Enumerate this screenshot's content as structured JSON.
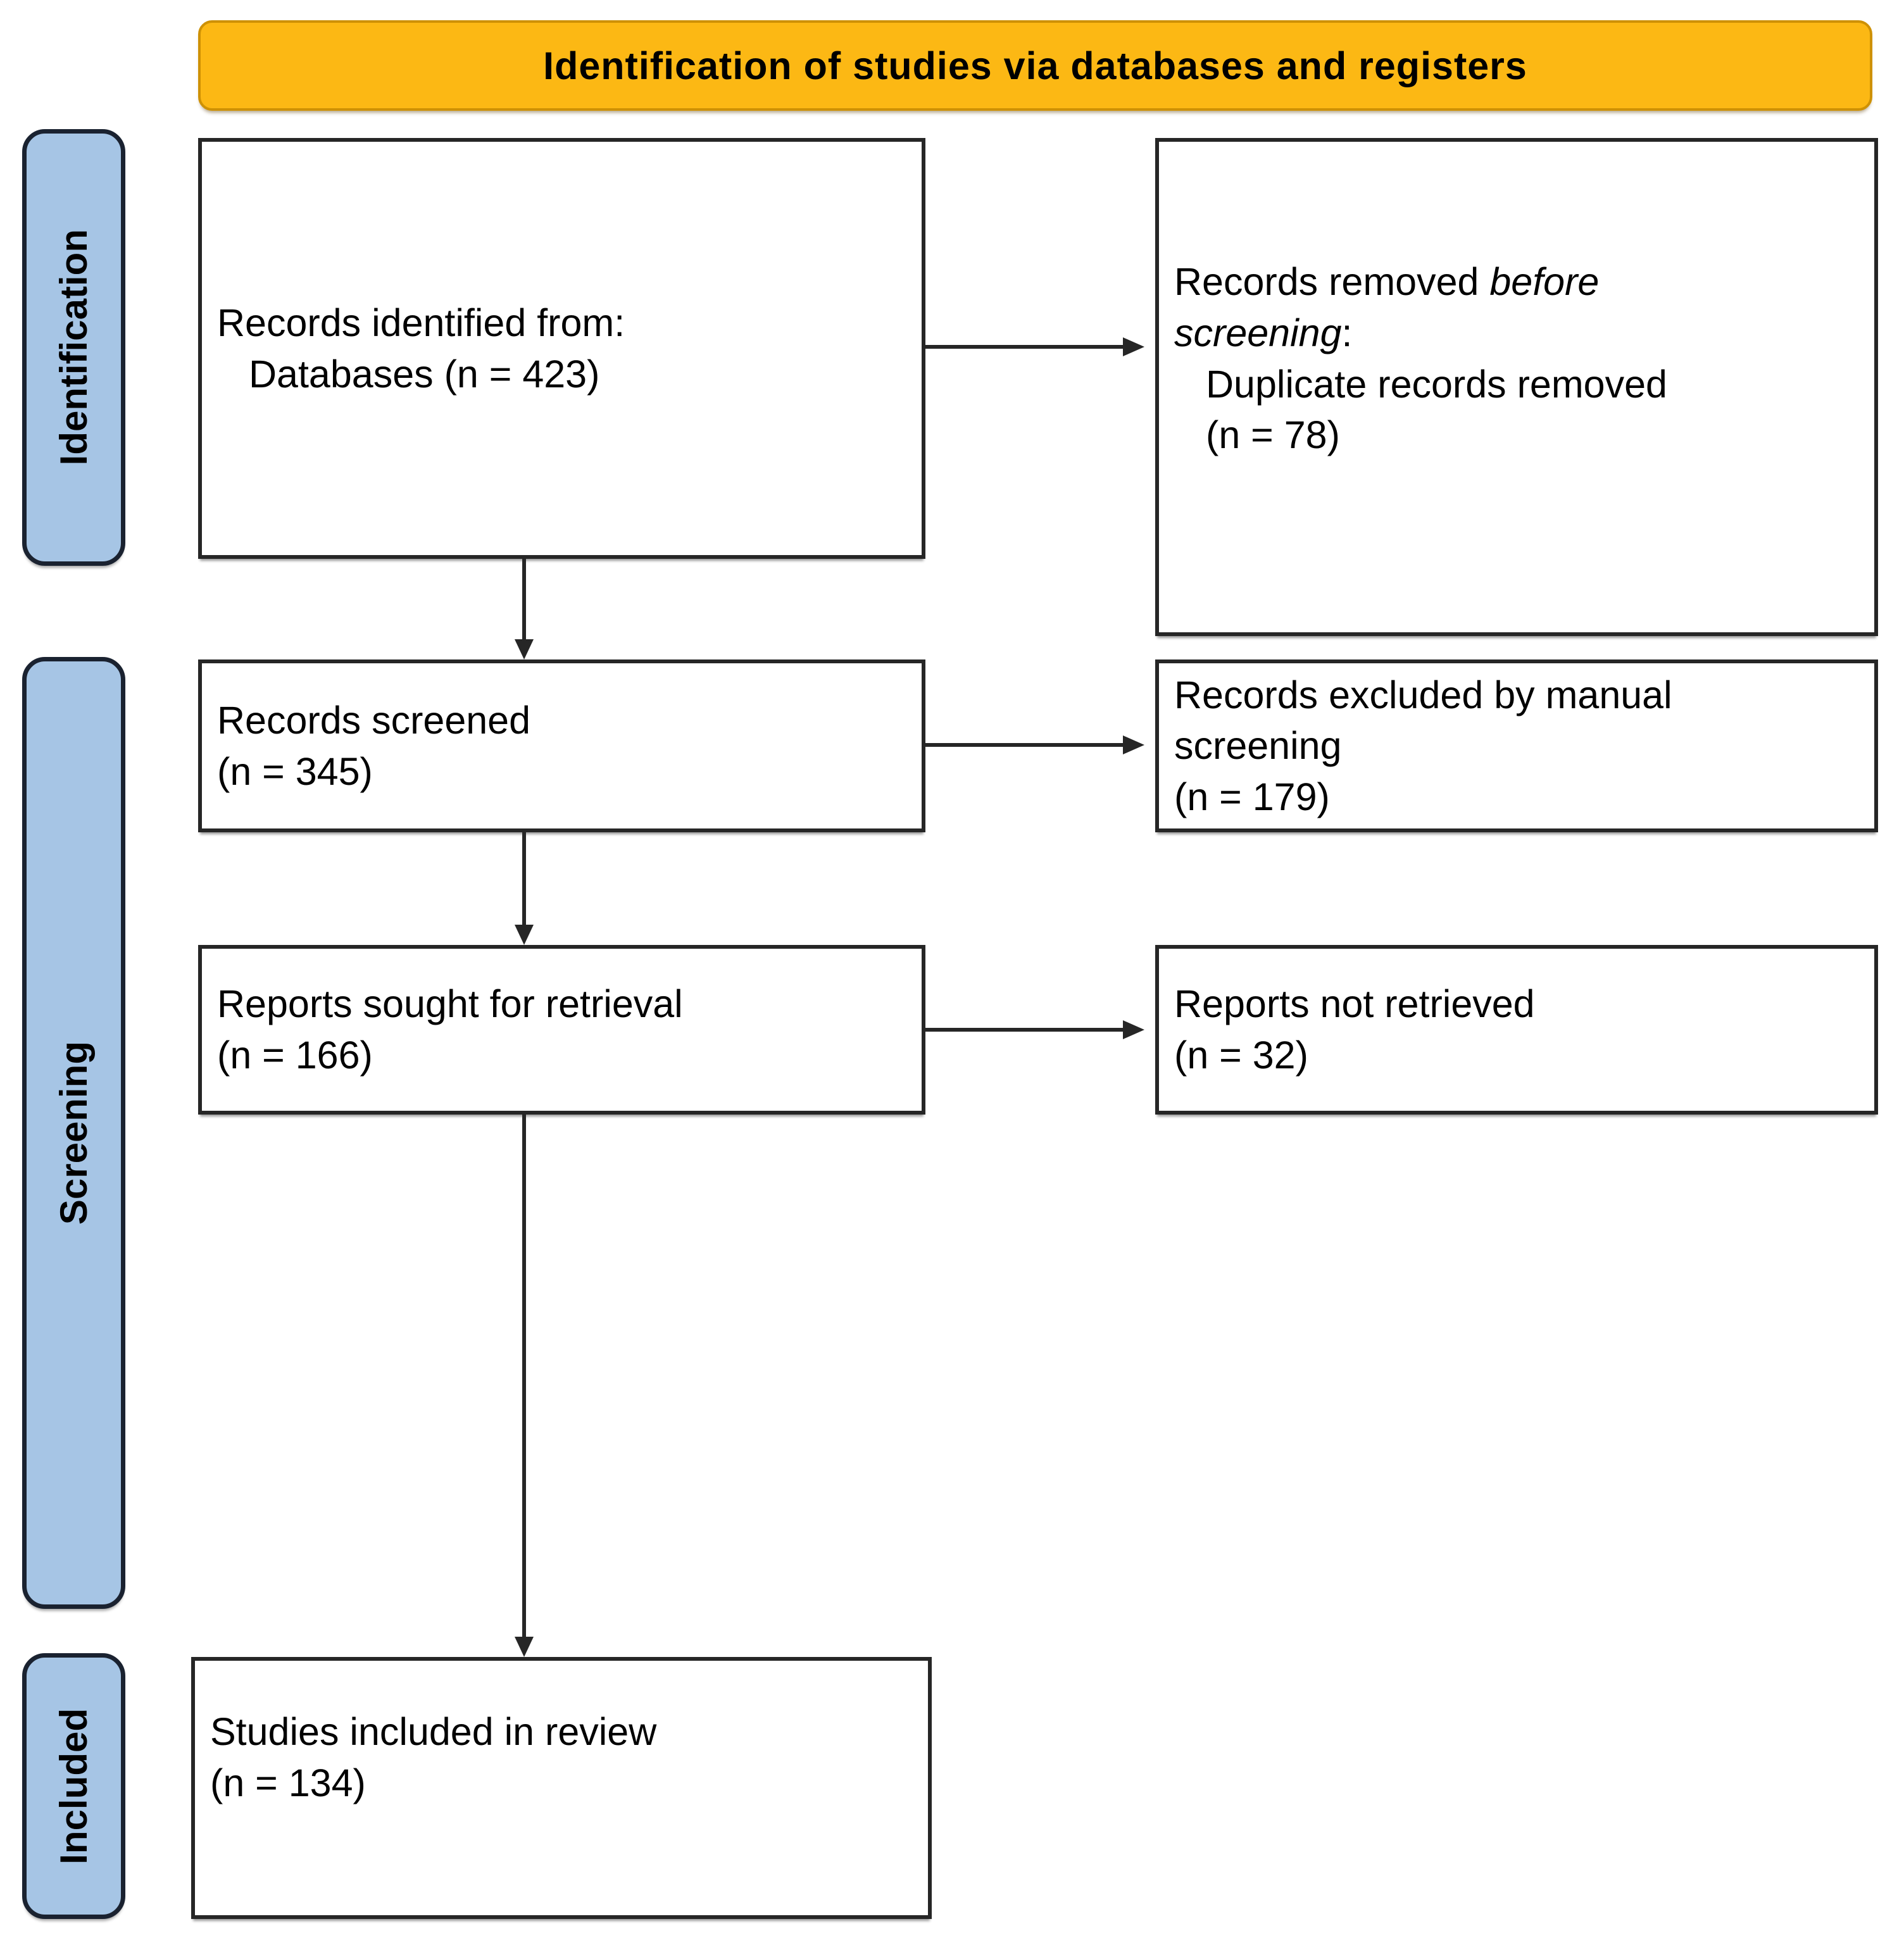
{
  "title": "Identification of studies via databases and registers",
  "colors": {
    "banner_fill": "#FCB814",
    "banner_border": "#CE9104",
    "stage_fill": "#A6C5E5",
    "stage_border": "#1A2230",
    "box_border": "#262626",
    "arrow": "#262626",
    "text": "#000000"
  },
  "stages": [
    {
      "label": "Identification"
    },
    {
      "label": "Screening"
    },
    {
      "label": "Included"
    }
  ],
  "boxes": {
    "records_identified": {
      "line1": "Records identified from:",
      "line2": "Databases (n = 423)"
    },
    "records_removed": {
      "line1_pre": "Records removed ",
      "line1_italic": "before screening",
      "line1_post": ":",
      "line2": "Duplicate records removed",
      "line3": "(n = 78)"
    },
    "records_screened": {
      "line1": "Records screened",
      "line2": "(n = 345)"
    },
    "records_excluded": {
      "line1": "Records excluded by manual screening",
      "line2": "(n = 179)"
    },
    "reports_sought": {
      "line1": "Reports sought for retrieval",
      "line2": "(n = 166)"
    },
    "reports_not_retrieved": {
      "line1": "Reports not retrieved",
      "line2": "(n = 32)"
    },
    "studies_included": {
      "line1": "Studies included in review",
      "line2": "(n = 134)"
    }
  }
}
